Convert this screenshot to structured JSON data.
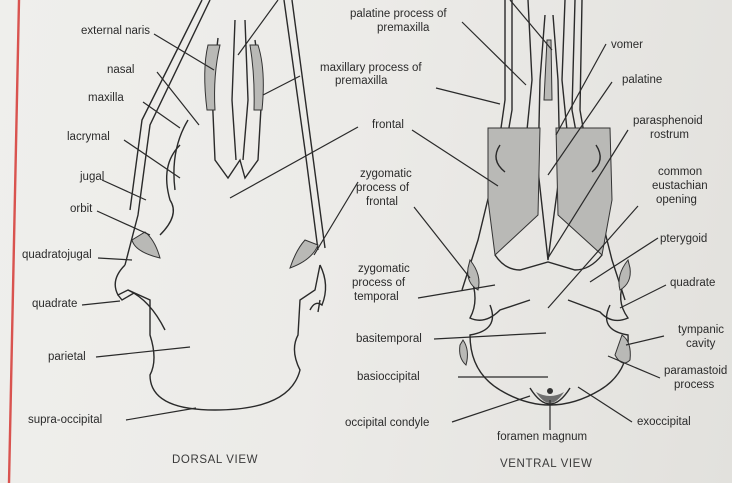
{
  "colors": {
    "page": "#eceae6",
    "ink": "#2b2b2b",
    "margin_line": "#d9534f",
    "shading": "#b9b9b6"
  },
  "dorsal": {
    "caption": "DORSAL VIEW",
    "labels": {
      "external_naris": "external naris",
      "nasal": "nasal",
      "maxilla": "maxilla",
      "lacrymal": "lacrymal",
      "jugal": "jugal",
      "orbit": "orbit",
      "quadratojugal": "quadratojugal",
      "quadrate": "quadrate",
      "parietal": "parietal",
      "supra_occipital": "supra-occipital"
    }
  },
  "middle": {
    "maxillary_process": [
      "maxillary process of",
      "premaxilla"
    ],
    "frontal": "frontal",
    "zygomatic_frontal": [
      "zygomatic",
      "process of",
      "frontal"
    ],
    "zygomatic_temporal": [
      "zygomatic",
      "process of",
      "temporal"
    ],
    "basitemporal": "basitemporal",
    "basioccipital": "basioccipital",
    "occipital_condyle": "occipital condyle"
  },
  "ventral": {
    "caption": "VENTRAL VIEW",
    "labels": {
      "palatine_process": [
        "palatine process of",
        "premaxilla"
      ],
      "vomer": "vomer",
      "palatine": "palatine",
      "parasphenoid": [
        "parasphenoid",
        "rostrum"
      ],
      "eustachian": [
        "common",
        "eustachian",
        "opening"
      ],
      "pterygoid": "pterygoid",
      "quadrate": "quadrate",
      "tympanic": [
        "tympanic",
        "cavity"
      ],
      "paramastoid": [
        "paramastoid",
        "process"
      ],
      "exoccipital": "exoccipital",
      "foramen_magnum": "foramen magnum"
    }
  }
}
